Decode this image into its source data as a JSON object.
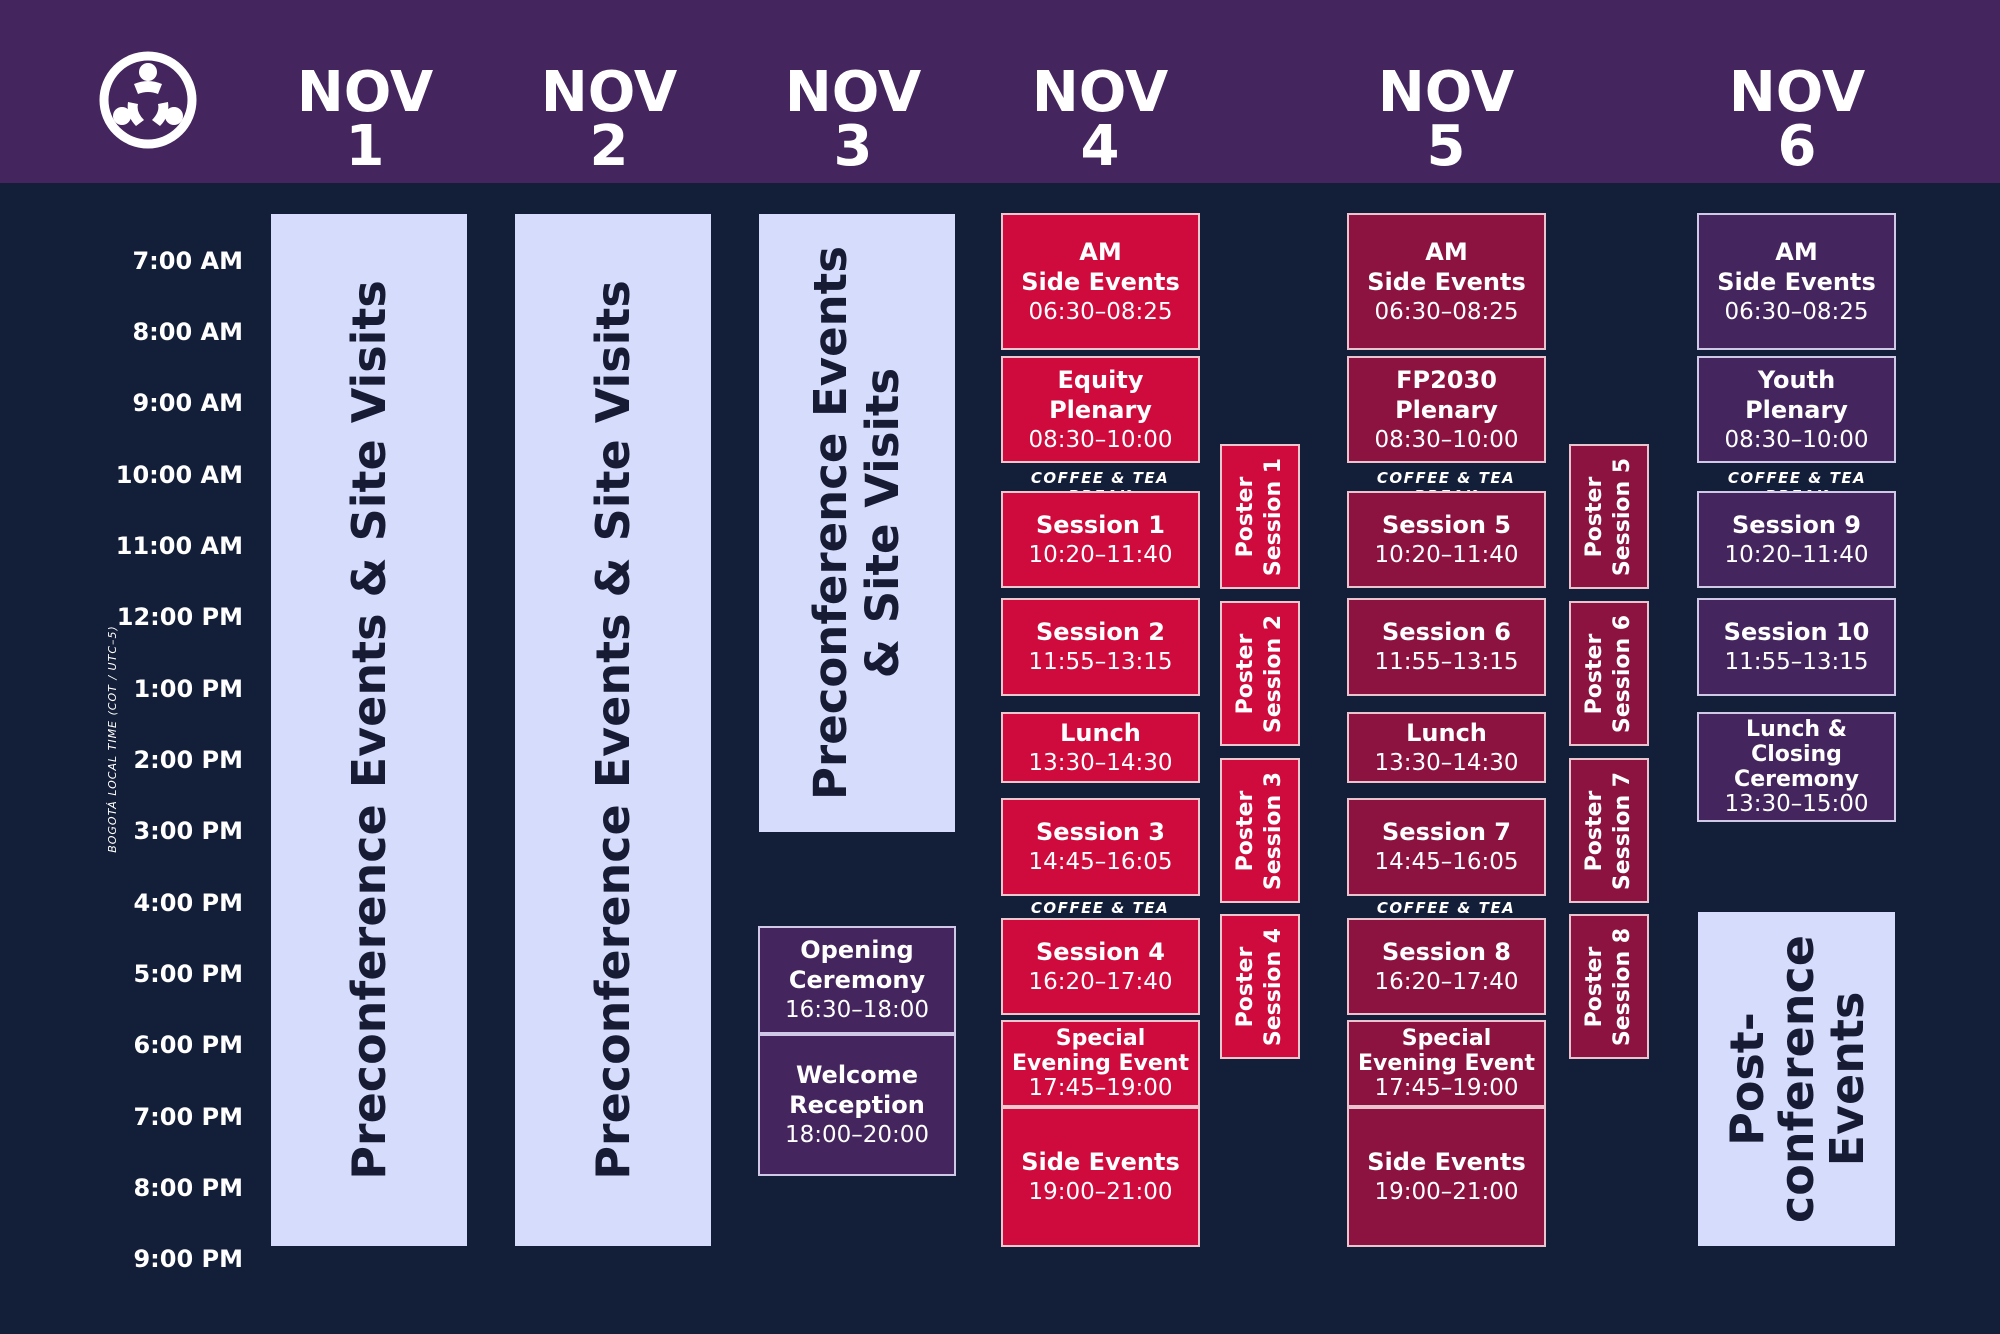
{
  "days": [
    "NOV 1",
    "NOV 2",
    "NOV 3",
    "NOV 4",
    "NOV 5",
    "NOV 6"
  ],
  "day_month": "NOV",
  "day_numbers": [
    "1",
    "2",
    "3",
    "4",
    "5",
    "6"
  ],
  "times": [
    "7:00 AM",
    "8:00 AM",
    "9:00 AM",
    "10:00 AM",
    "11:00 AM",
    "12:00 PM",
    "1:00 PM",
    "2:00 PM",
    "3:00 PM",
    "4:00 PM",
    "5:00 PM",
    "6:00 PM",
    "7:00 PM",
    "8:00 PM",
    "9:00 PM"
  ],
  "timezone": "BOGOTÁ LOCAL TIME (COT / UTC–5)",
  "nov1": {
    "label": "Preconference Events & Site Visits"
  },
  "nov2": {
    "label": "Preconference Events & Site Visits"
  },
  "nov3": {
    "pre_line1": "Preconference Events",
    "pre_line2": "& Site Visits",
    "opening_title_1": "Opening",
    "opening_title_2": "Ceremony",
    "opening_time": "16:30–18:00",
    "welcome_title_1": "Welcome",
    "welcome_title_2": "Reception",
    "welcome_time": "18:00–20:00"
  },
  "nov4": {
    "am_1": "AM",
    "am_2": "Side Events",
    "am_time": "06:30–08:25",
    "plenary_1": "Equity",
    "plenary_2": "Plenary",
    "plenary_time": "08:30–10:00",
    "break1": "COFFEE & TEA BREAK",
    "s1": "Session 1",
    "s1_time": "10:20–11:40",
    "s2": "Session 2",
    "s2_time": "11:55–13:15",
    "lunch": "Lunch",
    "lunch_time": "13:30–14:30",
    "s3": "Session 3",
    "s3_time": "14:45–16:05",
    "break2": "COFFEE & TEA BREAK",
    "s4": "Session 4",
    "s4_time": "16:20–17:40",
    "special_1": "Special",
    "special_2": "Evening Event",
    "special_time": "17:45–19:00",
    "side": "Side Events",
    "side_time": "19:00–21:00",
    "posters": [
      {
        "l1": "Poster",
        "l2": "Session 1"
      },
      {
        "l1": "Poster",
        "l2": "Session 2"
      },
      {
        "l1": "Poster",
        "l2": "Session 3"
      },
      {
        "l1": "Poster",
        "l2": "Session 4"
      }
    ]
  },
  "nov5": {
    "am_1": "AM",
    "am_2": "Side Events",
    "am_time": "06:30–08:25",
    "plenary_1": "FP2030",
    "plenary_2": "Plenary",
    "plenary_time": "08:30–10:00",
    "break1": "COFFEE & TEA BREAK",
    "s5": "Session 5",
    "s5_time": "10:20–11:40",
    "s6": "Session 6",
    "s6_time": "11:55–13:15",
    "lunch": "Lunch",
    "lunch_time": "13:30–14:30",
    "s7": "Session 7",
    "s7_time": "14:45–16:05",
    "break2": "COFFEE & TEA BREAK",
    "s8": "Session 8",
    "s8_time": "16:20–17:40",
    "special_1": "Special",
    "special_2": "Evening Event",
    "special_time": "17:45–19:00",
    "side": "Side Events",
    "side_time": "19:00–21:00",
    "posters": [
      {
        "l1": "Poster",
        "l2": "Session 5"
      },
      {
        "l1": "Poster",
        "l2": "Session 6"
      },
      {
        "l1": "Poster",
        "l2": "Session 7"
      },
      {
        "l1": "Poster",
        "l2": "Session 8"
      }
    ]
  },
  "nov6": {
    "am_1": "AM",
    "am_2": "Side Events",
    "am_time": "06:30–08:25",
    "plenary_1": "Youth",
    "plenary_2": "Plenary",
    "plenary_time": "08:30–10:00",
    "break1": "COFFEE & TEA BREAK",
    "s9": "Session 9",
    "s9_time": "10:20–11:40",
    "s10": "Session 10",
    "s10_time": "11:55–13:15",
    "closing_1": "Lunch &",
    "closing_2": "Closing",
    "closing_3": "Ceremony",
    "closing_time": "13:30–15:00",
    "post_1": "Post-",
    "post_2": "conference",
    "post_3": "Events"
  },
  "colors": {
    "header": "#45255d",
    "background": "#131e38",
    "pale": "#d6ddfc",
    "nov4": "#cf0a3c",
    "nov5": "#8c1340",
    "nov6": "#45255d"
  }
}
